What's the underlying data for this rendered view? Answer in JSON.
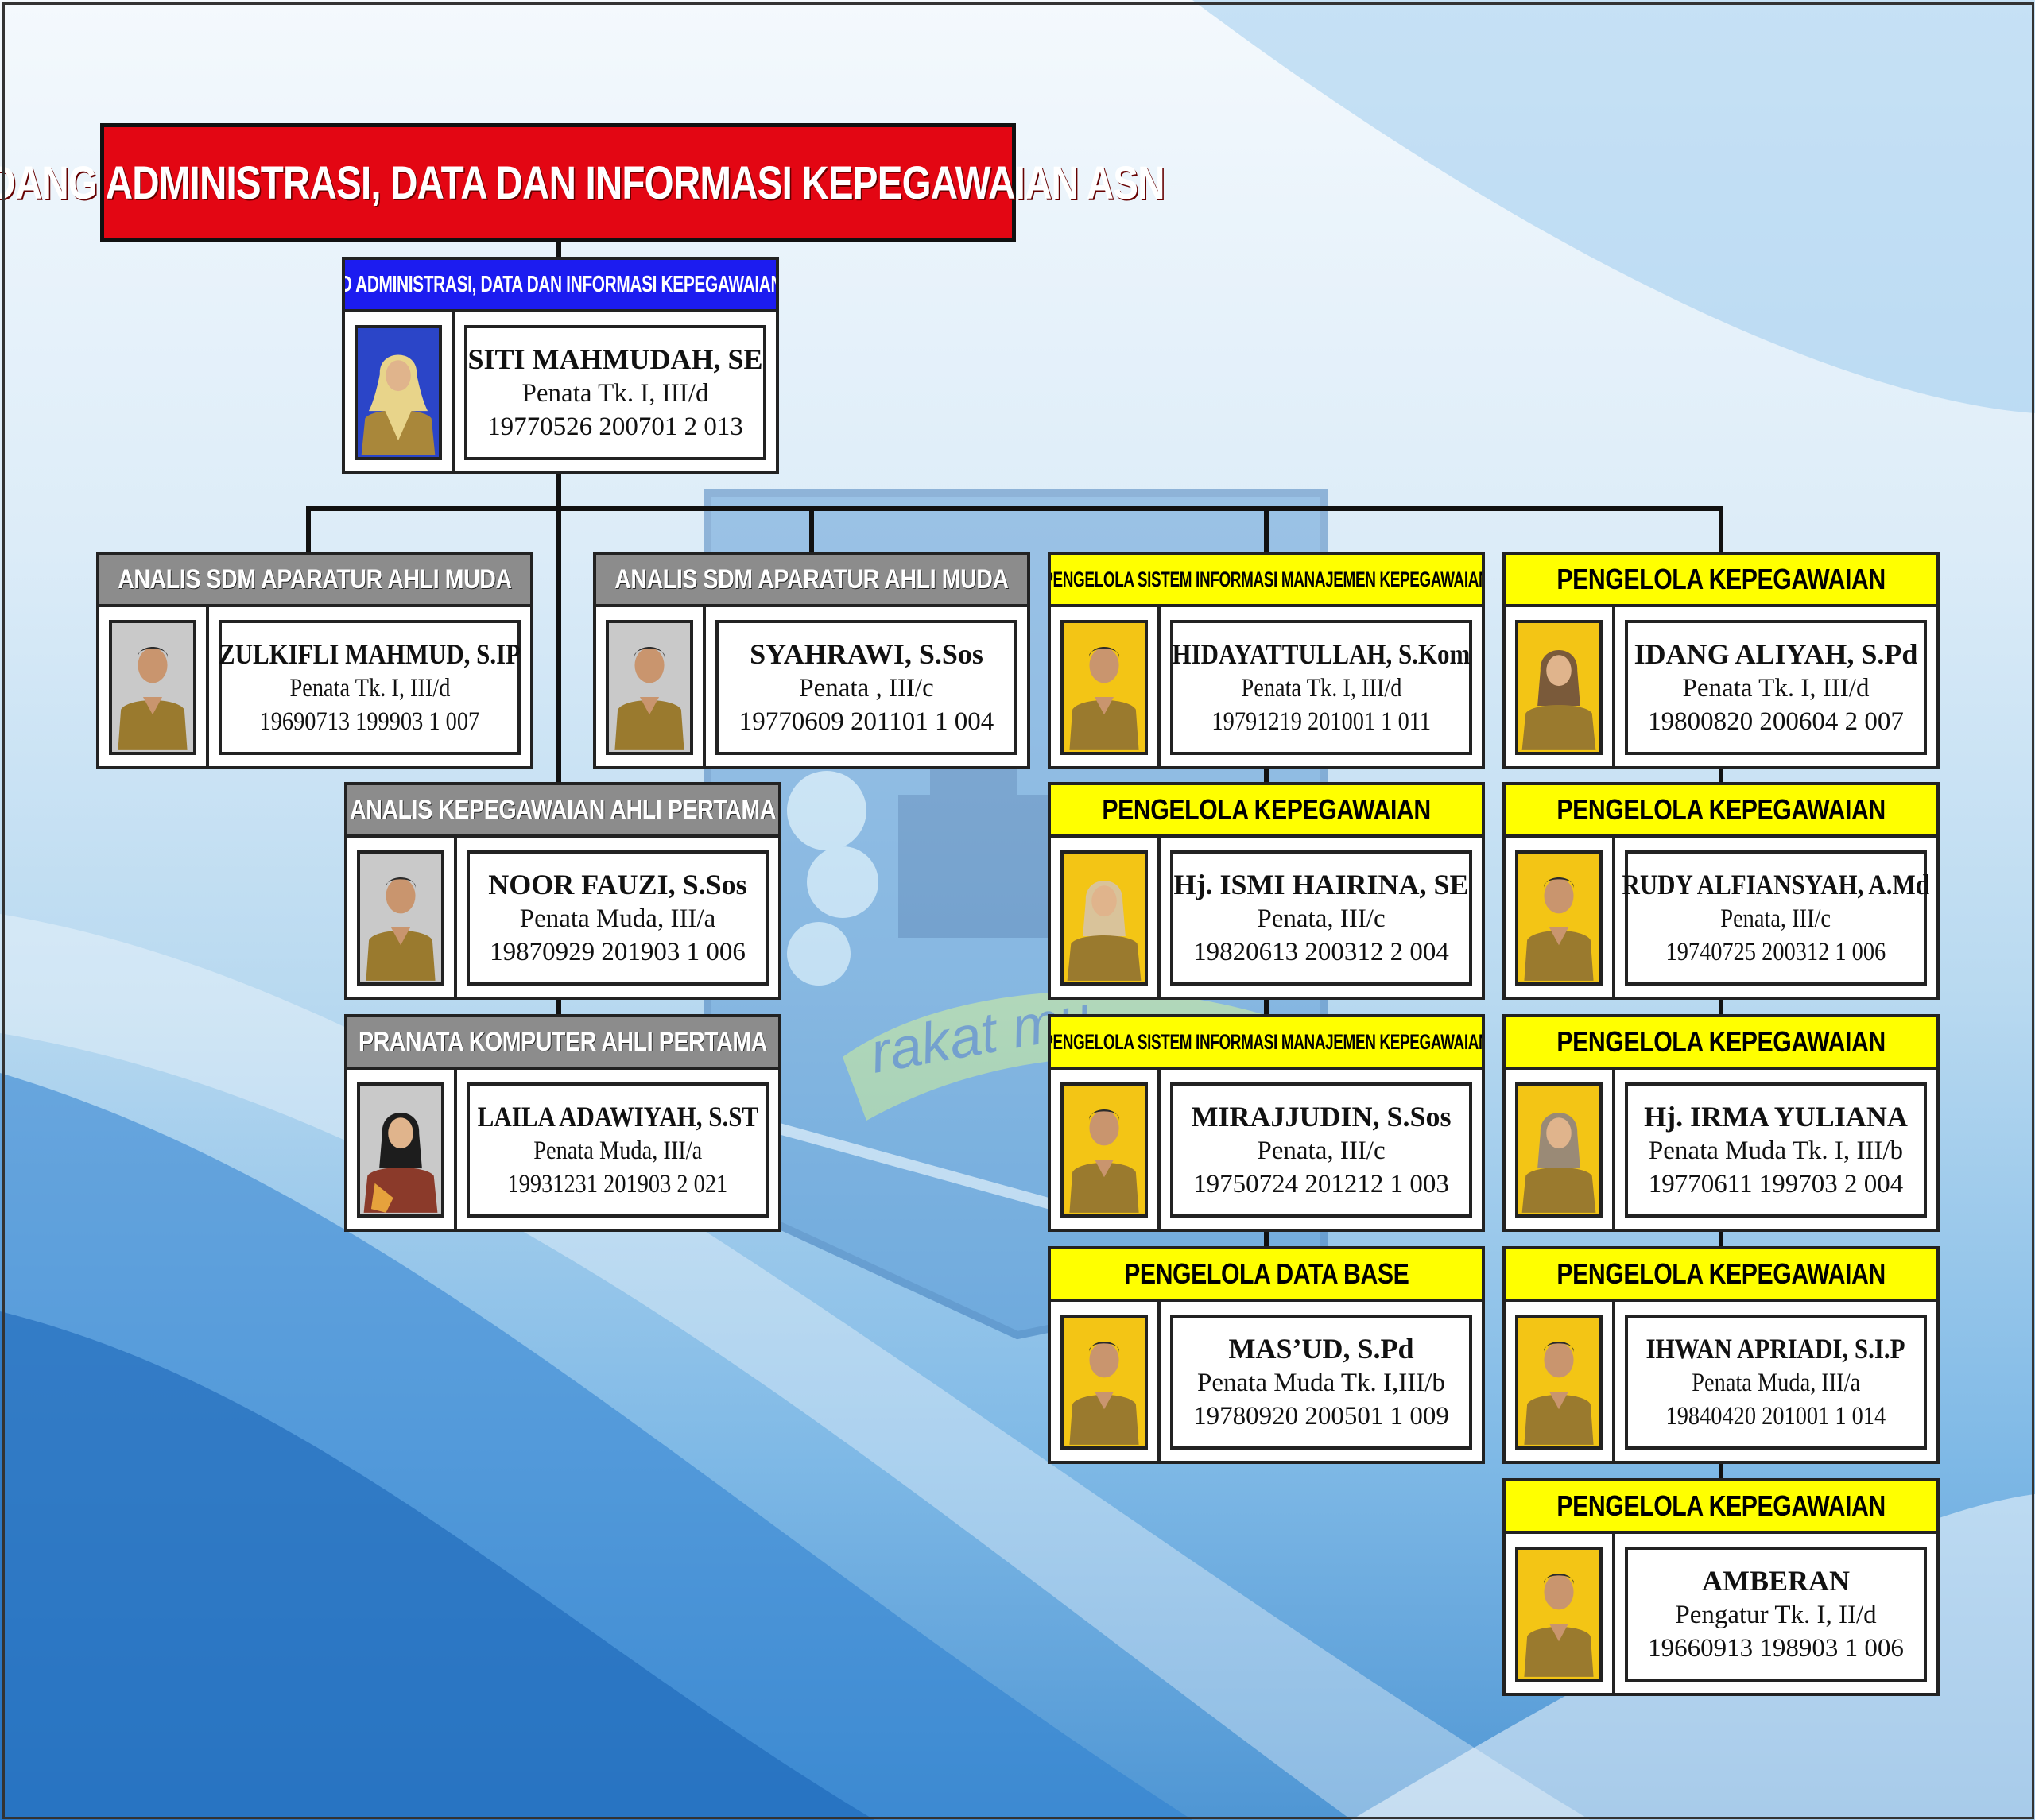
{
  "title": "BIDANG ADMINISTRASI, DATA DAN INFORMASI KEPEGAWAIAN ASN",
  "emblem": {
    "motto_fragment": "rakat mu"
  },
  "colors": {
    "title_red": "#e30613",
    "head_blue": "#1c1cf0",
    "staff_gray": "#8c8c8c",
    "staff_yellow": "#ffff00"
  },
  "head": {
    "position": "KABID ADMINISTRASI, DATA DAN INFORMASI KEPEGAWAIAN ASN",
    "name": "SITI MAHMUDAH, SE",
    "rank": "Penata Tk. I, III/d",
    "nip": "19770526 200701 2 013"
  },
  "staff": [
    {
      "position": "ANALIS SDM APARATUR AHLI MUDA",
      "name": "ZULKIFLI MAHMUD, S.IP",
      "rank": "Penata Tk. I, III/d",
      "nip": "19690713 199903 1 007"
    },
    {
      "position": "ANALIS SDM APARATUR AHLI MUDA",
      "name": "SYAHRAWI, S.Sos",
      "rank": "Penata , III/c",
      "nip": "19770609 201101 1 004"
    },
    {
      "position": "ANALIS KEPEGAWAIAN AHLI PERTAMA",
      "name": "NOOR FAUZI, S.Sos",
      "rank": "Penata Muda, III/a",
      "nip": "19870929 201903 1 006"
    },
    {
      "position": "PRANATA KOMPUTER AHLI PERTAMA",
      "name": "LAILA ADAWIYAH, S.ST",
      "rank": "Penata Muda, III/a",
      "nip": "19931231 201903 2 021"
    },
    {
      "position": "PENGELOLA SISTEM INFORMASI MANAJEMEN KEPEGAWAIAN",
      "name": "HIDAYATTULLAH, S.Kom",
      "rank": "Penata Tk. I, III/d",
      "nip": "19791219 201001 1 011"
    },
    {
      "position": "PENGELOLA KEPEGAWAIAN",
      "name": "Hj. ISMI HAIRINA, SE",
      "rank": "Penata, III/c",
      "nip": "19820613 200312 2 004"
    },
    {
      "position": "PENGELOLA SISTEM INFORMASI MANAJEMEN KEPEGAWAIAN",
      "name": "MIRAJJUDIN, S.Sos",
      "rank": "Penata, III/c",
      "nip": "19750724 201212 1 003"
    },
    {
      "position": "PENGELOLA DATA BASE",
      "name": "MAS’UD, S.Pd",
      "rank": "Penata Muda Tk. I,III/b",
      "nip": "19780920 200501 1 009"
    },
    {
      "position": "PENGELOLA KEPEGAWAIAN",
      "name": "IDANG ALIYAH, S.Pd",
      "rank": "Penata Tk. I, III/d",
      "nip": "19800820 200604 2 007"
    },
    {
      "position": "PENGELOLA KEPEGAWAIAN",
      "name": "RUDY ALFIANSYAH, A.Md",
      "rank": "Penata, III/c",
      "nip": "19740725 200312 1 006"
    },
    {
      "position": "PENGELOLA KEPEGAWAIAN",
      "name": "Hj. IRMA YULIANA",
      "rank": "Penata Muda Tk. I, III/b",
      "nip": "19770611 199703 2 004"
    },
    {
      "position": "PENGELOLA KEPEGAWAIAN",
      "name": "IHWAN APRIADI, S.I.P",
      "rank": "Penata Muda, III/a",
      "nip": "19840420 201001 1 014"
    },
    {
      "position": "PENGELOLA KEPEGAWAIAN",
      "name": "AMBERAN",
      "rank": "Pengatur Tk. I, II/d",
      "nip": "19660913 198903 1 006"
    }
  ]
}
